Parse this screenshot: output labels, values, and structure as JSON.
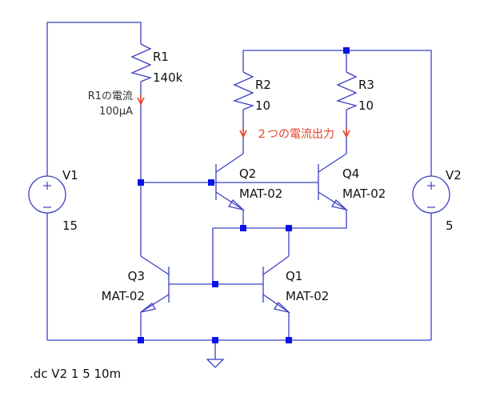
{
  "schematic": {
    "title": "Current mirror (MAT-02) LTspice schematic",
    "colors": {
      "wire": "#3b3fc7",
      "node": "#0a14e6",
      "annotation": "#e8432a",
      "text": "#111111"
    },
    "components": {
      "R1": {
        "name": "R1",
        "value": "140k"
      },
      "R2": {
        "name": "R2",
        "value": "10"
      },
      "R3": {
        "name": "R3",
        "value": "10"
      },
      "V1": {
        "name": "V1",
        "value": "15"
      },
      "V2": {
        "name": "V2",
        "value": "5"
      },
      "Q1": {
        "name": "Q1",
        "model": "MAT-02"
      },
      "Q2": {
        "name": "Q2",
        "model": "MAT-02"
      },
      "Q3": {
        "name": "Q3",
        "model": "MAT-02"
      },
      "Q4": {
        "name": "Q4",
        "model": "MAT-02"
      }
    },
    "annotations": {
      "r1_current_label": "R1の電流",
      "r1_current_value": "100µA",
      "output_label": "２つの電流出力"
    },
    "directive": ".dc V2 1 5 10m",
    "source_signs": {
      "plus": "+",
      "minus": "−"
    }
  }
}
